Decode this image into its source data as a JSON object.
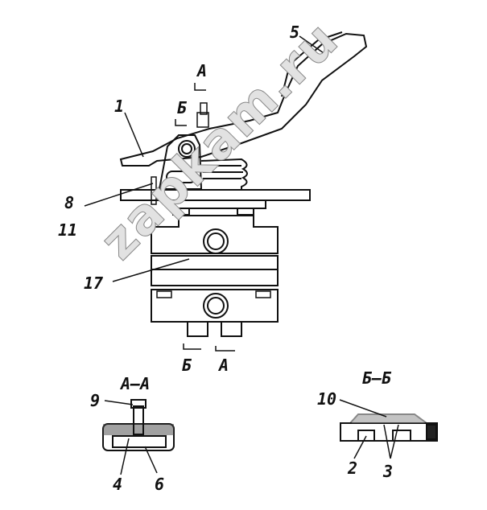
{
  "watermark": "zapkam.ru",
  "labels": {
    "pedal": "5",
    "lever": "1",
    "l8": "8",
    "l11": "11",
    "l17": "17",
    "l9": "9",
    "l4": "4",
    "l6": "6",
    "l10": "10",
    "l2": "2",
    "l3": "3",
    "cut_a_top": "А",
    "cut_b_top": "Б",
    "cut_b_bottom": "Б",
    "cut_a_bottom": "А",
    "section_aa": "А–А",
    "section_bb": "Б–Б"
  }
}
